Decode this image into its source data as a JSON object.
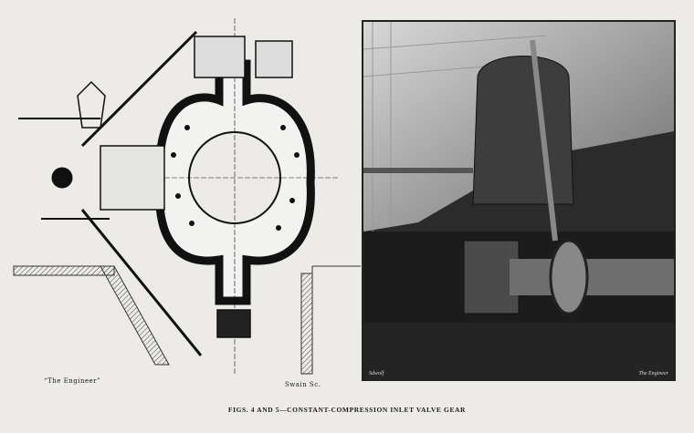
{
  "figure4": {
    "credit_left": "“The Engineer”",
    "credit_right": "Swain Sc."
  },
  "figure5": {
    "signature_left": "Sdwolf",
    "signature_right": "The Engineer"
  },
  "caption": "FIGS. 4 AND 5—CONSTANT-COMPRESSION  INLET  VALVE  GEAR"
}
